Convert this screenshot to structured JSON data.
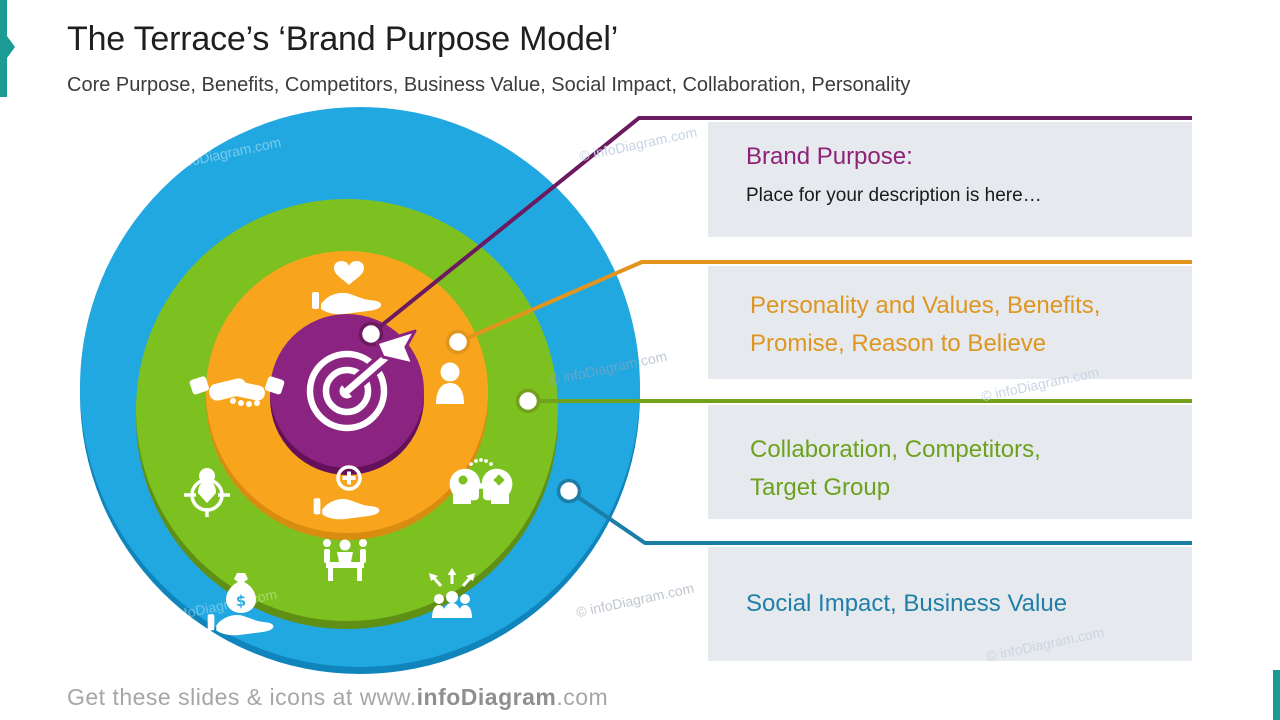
{
  "slide": {
    "title": "The Terrace’s ‘Brand Purpose Model’",
    "subtitle": "Core Purpose, Benefits, Competitors, Business Value, Social Impact, Collaboration, Personality"
  },
  "callouts": [
    {
      "title": "Brand Purpose:",
      "description": "Place for your description is here…",
      "color": "#8E2178",
      "line_color": "#6B1A5F"
    },
    {
      "title": "Personality and Values, Benefits, Promise, Reason to Believe",
      "color": "#DE9622",
      "line_color": "#E2951D"
    },
    {
      "title": "Collaboration, Competitors, Target Group",
      "color": "#6CA21E",
      "line_color": "#72A21C"
    },
    {
      "title": "Social Impact, Business Value",
      "color": "#1F7FA8",
      "line_color": "#1B7EA6"
    }
  ],
  "diagram": {
    "rings": [
      {
        "name": "social-impact-business-value-ring",
        "main": "#21A8E0",
        "rim": "#0F85BB"
      },
      {
        "name": "collaboration-competitors-target-group-ring",
        "main": "#7DC121",
        "rim": "#5F9015"
      },
      {
        "name": "personality-values-benefits-ring",
        "main": "#F9A41D",
        "rim": "#D88C10"
      },
      {
        "name": "brand-purpose-core",
        "main": "#8B2480",
        "rim": "#65105A"
      }
    ],
    "icons": [
      "target-arrow",
      "heart-in-hand",
      "handshake",
      "person",
      "care-plus-hand",
      "target-person",
      "two-heads-communication",
      "meeting-table",
      "money-bag-hand",
      "team-growth-arrows"
    ]
  },
  "accent_color": "#1A9C94",
  "watermark": "© infoDiagram.com",
  "footer": {
    "prefix": "Get these slides & icons at www.",
    "brand": "infoDiagram",
    "suffix": ".com"
  }
}
